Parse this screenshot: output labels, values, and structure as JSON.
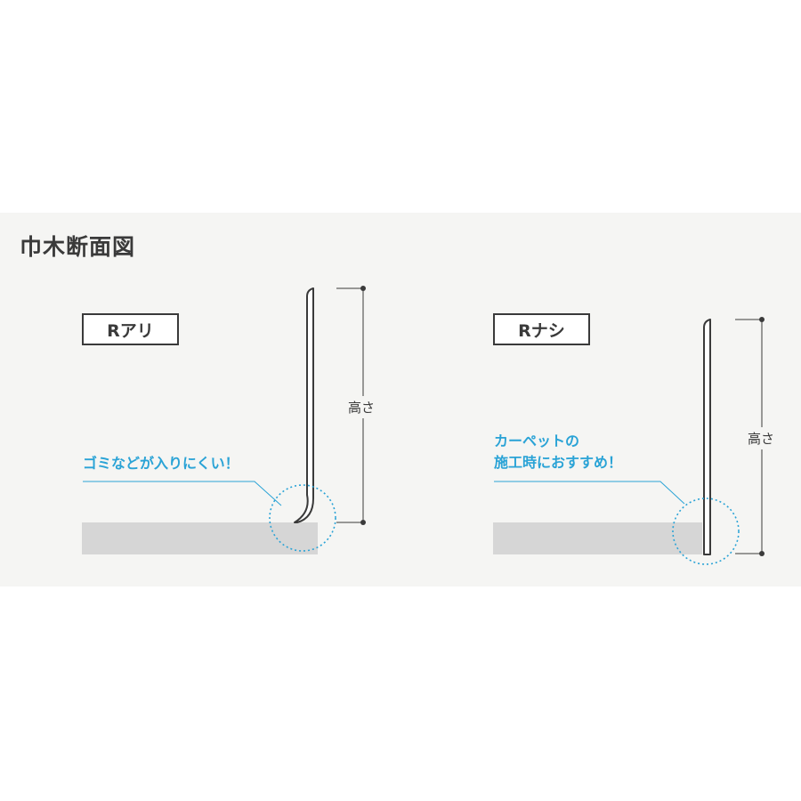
{
  "title": "巾木断面図",
  "left": {
    "label": "Rアリ",
    "height_label": "高さ",
    "callout": "ゴミなどが入りにくい！"
  },
  "right": {
    "label": "Rナシ",
    "height_label": "高さ",
    "callout_line1": "カーペットの",
    "callout_line2": "施工時におすすめ！"
  },
  "colors": {
    "background_panel": "#f5f5f3",
    "floor": "#d6d6d6",
    "line": "#3a3a3a",
    "accent": "#2aa3d6"
  }
}
